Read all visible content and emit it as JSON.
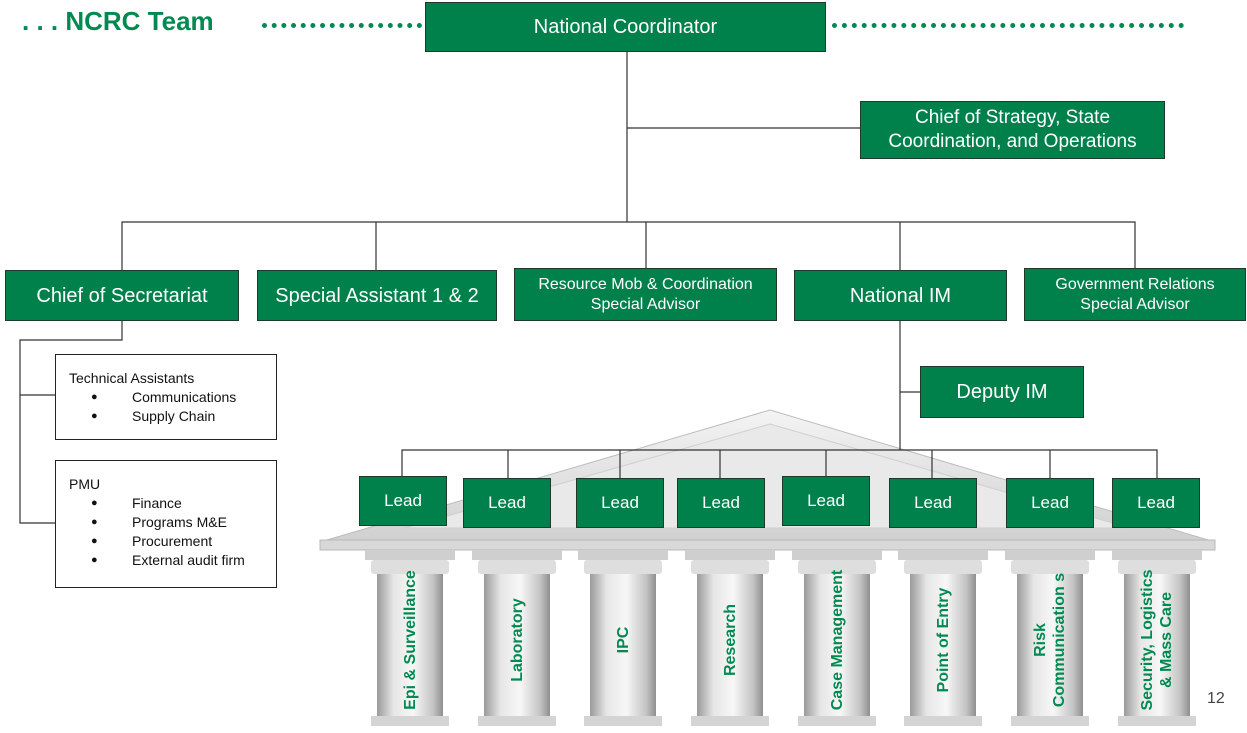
{
  "title": ". . . NCRC Team",
  "page_number": "12",
  "colors": {
    "brand_green": "#00804b",
    "label_green": "#008a52",
    "box_border": "#1d3a2b"
  },
  "boxes": {
    "national_coordinator": "National Coordinator",
    "chief_strategy": "Chief of Strategy, State Coordination, and Operations",
    "chief_secretariat": "Chief of Secretariat",
    "special_assistant": "Special Assistant 1 & 2",
    "resource_mob": "Resource Mob & Coordination Special Advisor",
    "national_im": "National IM",
    "gov_relations": "Government Relations Special Advisor",
    "deputy_im": "Deputy IM"
  },
  "technical_assistants": {
    "heading": "Technical Assistants",
    "items": [
      "Communications",
      "Supply Chain"
    ]
  },
  "pmu": {
    "heading": "PMU",
    "items": [
      "Finance",
      "Programs M&E",
      "Procurement",
      "External audit firm"
    ]
  },
  "leads": [
    "Lead",
    "Lead",
    "Lead",
    "Lead",
    "Lead",
    "Lead",
    "Lead",
    "Lead"
  ],
  "pillars": [
    "Epi & Surveillance",
    "Laboratory",
    "IPC",
    "Research",
    "Case Management",
    "Point of Entry",
    "Risk Communication s",
    "Security, Logistics & Mass Care"
  ]
}
